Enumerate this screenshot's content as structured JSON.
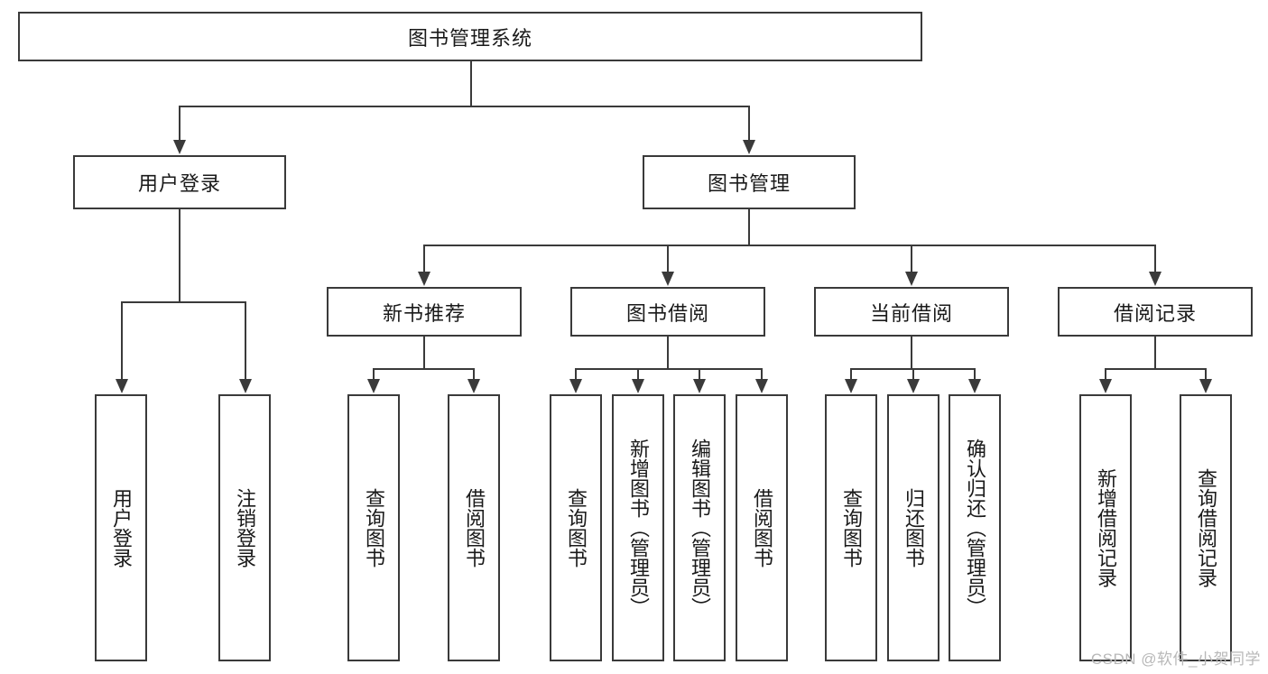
{
  "diagram": {
    "type": "tree-hierarchy-chart",
    "title": "图书管理系统",
    "root": {
      "id": "root",
      "label": "图书管理系统"
    },
    "level2": [
      {
        "id": "user-login",
        "label": "用户登录"
      },
      {
        "id": "book-management",
        "label": "图书管理"
      }
    ],
    "level3": [
      {
        "id": "new-book-recommend",
        "label": "新书推荐",
        "parent": "book-management"
      },
      {
        "id": "book-borrow",
        "label": "图书借阅",
        "parent": "book-management"
      },
      {
        "id": "current-borrow",
        "label": "当前借阅",
        "parent": "book-management"
      },
      {
        "id": "borrow-record",
        "label": "借阅记录",
        "parent": "book-management"
      }
    ],
    "leaves": {
      "user_login": [
        {
          "id": "leaf-user-login",
          "label": "用户登录"
        },
        {
          "id": "leaf-logout-login",
          "label": "注销登录"
        }
      ],
      "new_book_recommend": [
        {
          "id": "leaf-query-book-1",
          "label": "查询图书"
        },
        {
          "id": "leaf-borrow-book-1",
          "label": "借阅图书"
        }
      ],
      "book_borrow": [
        {
          "id": "leaf-query-book-2",
          "label": "查询图书"
        },
        {
          "id": "leaf-add-book",
          "label": "新增图书（管理员）"
        },
        {
          "id": "leaf-edit-book",
          "label": "编辑图书（管理员）"
        },
        {
          "id": "leaf-borrow-book-2",
          "label": "借阅图书"
        }
      ],
      "current_borrow": [
        {
          "id": "leaf-query-book-3",
          "label": "查询图书"
        },
        {
          "id": "leaf-return-book",
          "label": "归还图书"
        },
        {
          "id": "leaf-confirm-return",
          "label": "确认归还（管理员）"
        }
      ],
      "borrow_record": [
        {
          "id": "leaf-add-record",
          "label": "新增借阅记录"
        },
        {
          "id": "leaf-query-record",
          "label": "查询借阅记录"
        }
      ]
    }
  },
  "watermark": {
    "text": "CSDN @软件_小贺同学"
  },
  "colors": {
    "stroke": "#3a3a3a",
    "background": "#ffffff",
    "text": "#1a1a1a",
    "watermark": "#b8b8b8"
  }
}
